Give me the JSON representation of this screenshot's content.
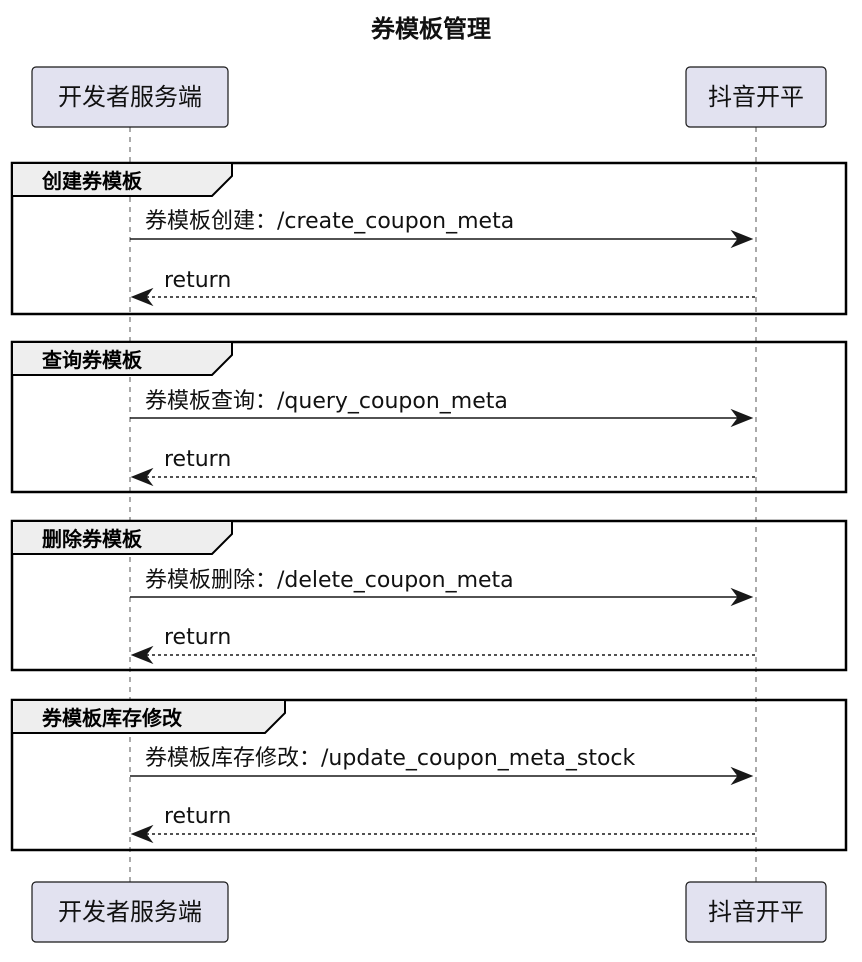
{
  "diagram": {
    "title": "券模板管理",
    "participants": [
      {
        "id": "dev",
        "label": "开发者服务端"
      },
      {
        "id": "douyin",
        "label": "抖音开平"
      }
    ],
    "groups": [
      {
        "label": "创建券模板",
        "messages": [
          {
            "from": "dev",
            "to": "douyin",
            "text": "券模板创建：/create_coupon_meta",
            "kind": "call"
          },
          {
            "from": "douyin",
            "to": "dev",
            "text": "return",
            "kind": "return"
          }
        ]
      },
      {
        "label": "查询券模板",
        "messages": [
          {
            "from": "dev",
            "to": "douyin",
            "text": "券模板查询：/query_coupon_meta",
            "kind": "call"
          },
          {
            "from": "douyin",
            "to": "dev",
            "text": "return",
            "kind": "return"
          }
        ]
      },
      {
        "label": "删除券模板",
        "messages": [
          {
            "from": "dev",
            "to": "douyin",
            "text": "券模板删除：/delete_coupon_meta",
            "kind": "call"
          },
          {
            "from": "douyin",
            "to": "dev",
            "text": "return",
            "kind": "return"
          }
        ]
      },
      {
        "label": "券模板库存修改",
        "messages": [
          {
            "from": "dev",
            "to": "douyin",
            "text": "券模板库存修改：/update_coupon_meta_stock",
            "kind": "call"
          },
          {
            "from": "douyin",
            "to": "dev",
            "text": "return",
            "kind": "return"
          }
        ]
      }
    ]
  }
}
